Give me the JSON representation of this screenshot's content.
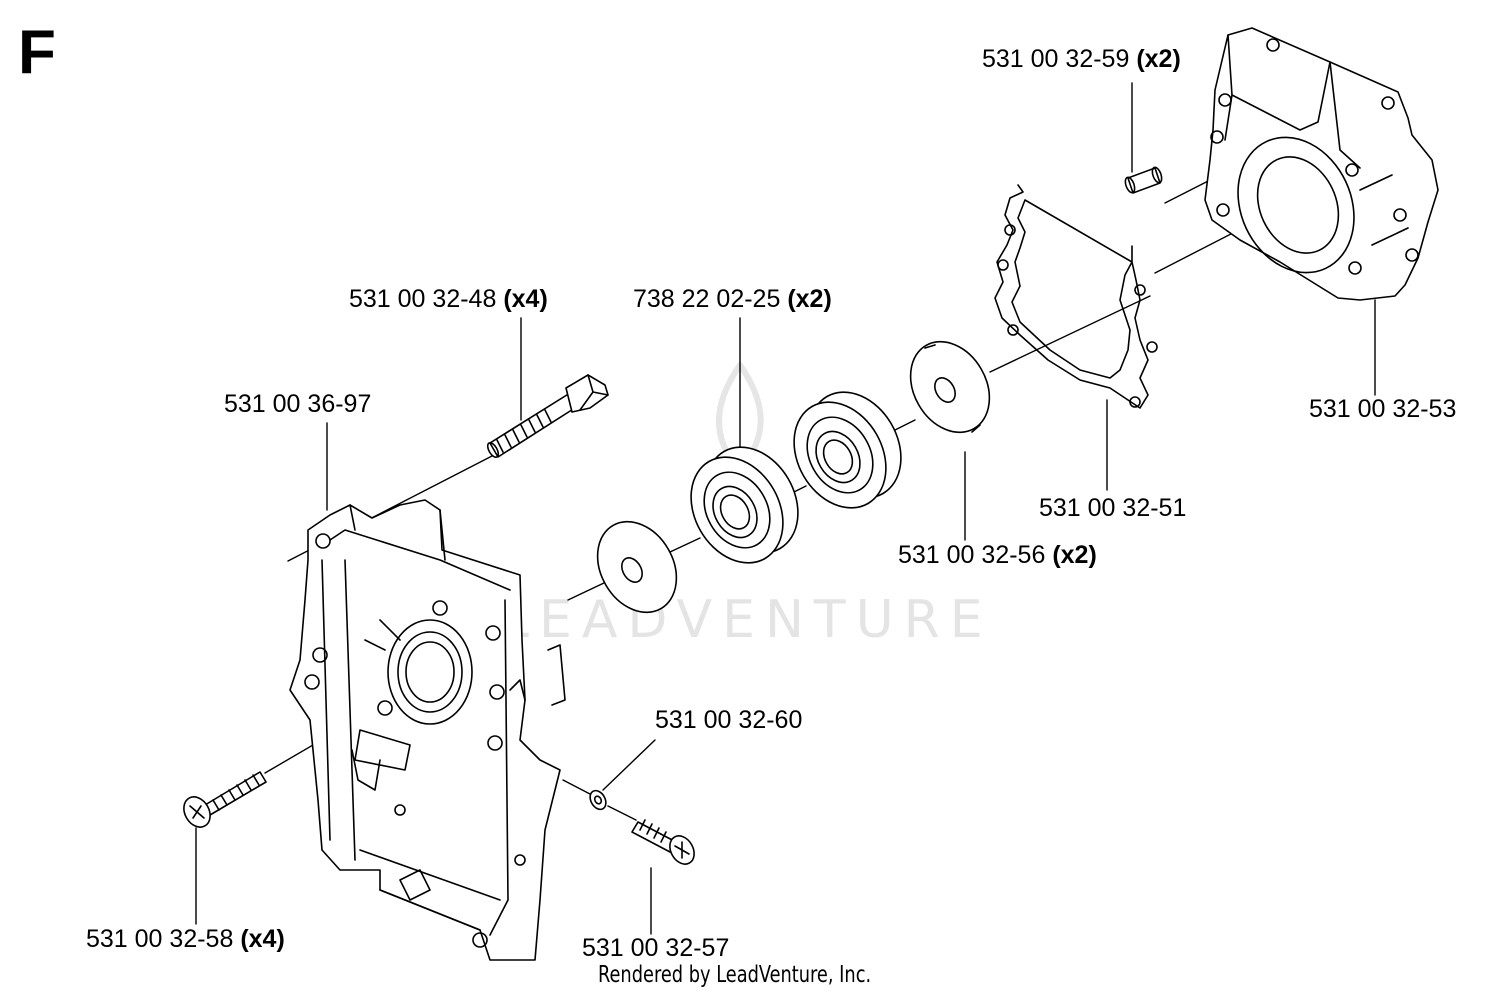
{
  "diagram": {
    "section_letter": "F",
    "footer": "Rendered by LeadVenture, Inc.",
    "watermark": "LEADVENTURE",
    "parts": [
      {
        "id": "p1",
        "number": "531 00 32-59",
        "qty": "(x2)"
      },
      {
        "id": "p2",
        "number": "531 00 32-53",
        "qty": ""
      },
      {
        "id": "p3",
        "number": "531 00 32-48",
        "qty": "(x4)"
      },
      {
        "id": "p4",
        "number": "738 22 02-25",
        "qty": "(x2)"
      },
      {
        "id": "p5",
        "number": "531 00 36-97",
        "qty": ""
      },
      {
        "id": "p6",
        "number": "531 00 32-51",
        "qty": ""
      },
      {
        "id": "p7",
        "number": "531 00 32-56",
        "qty": "(x2)"
      },
      {
        "id": "p8",
        "number": "531 00 32-60",
        "qty": ""
      },
      {
        "id": "p9",
        "number": "531 00 32-58",
        "qty": "(x4)"
      },
      {
        "id": "p10",
        "number": "531 00 32-57",
        "qty": ""
      }
    ]
  }
}
